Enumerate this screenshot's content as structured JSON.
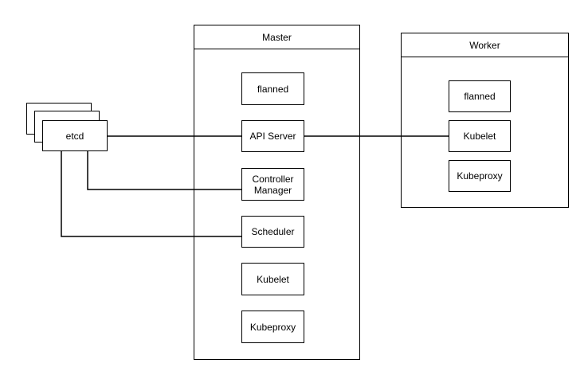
{
  "master": {
    "title": "Master",
    "components": {
      "flanned": "flanned",
      "api_server": "API Server",
      "controller_manager": "Controller\nManager",
      "scheduler": "Scheduler",
      "kubelet": "Kubelet",
      "kubeproxy": "Kubeproxy"
    }
  },
  "worker": {
    "title": "Worker",
    "components": {
      "flanned": "flanned",
      "kubelet": "Kubelet",
      "kubeproxy": "Kubeproxy"
    }
  },
  "etcd": {
    "label": "etcd"
  },
  "colors": {
    "stroke": "#000000",
    "background": "#ffffff"
  }
}
